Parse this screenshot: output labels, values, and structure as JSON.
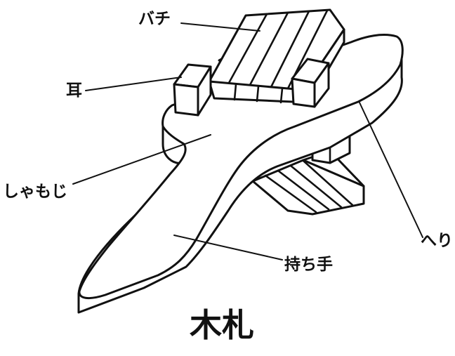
{
  "labels": {
    "bachi": "バチ",
    "mimi": "耳",
    "shamoji": "しゃもじ",
    "mochite": "持ち手",
    "heri": "へり"
  },
  "title": "木札",
  "colors": {
    "line": "#111111",
    "background": "#ffffff"
  }
}
